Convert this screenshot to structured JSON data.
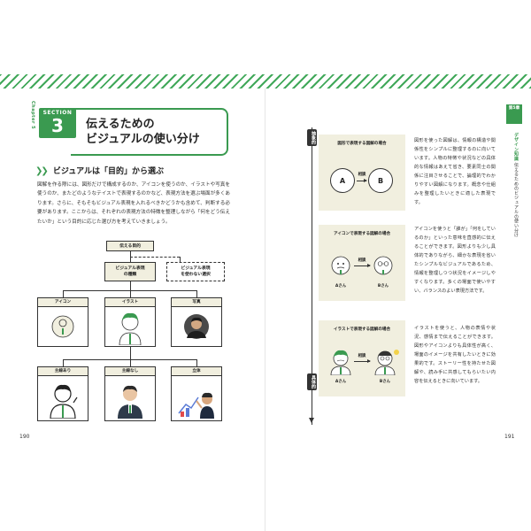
{
  "left": {
    "chapter_vertical": "Chapter 5",
    "section_label": "SECTION",
    "section_number": "3",
    "title_line1": "伝えるための",
    "title_line2": "ビジュアルの使い分け",
    "subhead": "ビジュアルは「目的」から選ぶ",
    "body": "図解を作る際には、図形だけで構成するのか、アイコンを使うのか、イラストや写真を使うのか、またどのようなテイストで表現するのかなど、表現方法を選ぶ場面が多くあります。さらに、そもそもビジュアル表現を入れるべきかどうかも含めて、判断する必要があります。ここからは、それぞれの表現方法の特徴を整理しながら「何をどう伝えたいか」という目的に応じた選び方を考えていきましょう。",
    "page_number": "190",
    "diagram": {
      "root": "伝える目的",
      "kind_line1": "ビジュアル表現",
      "kind_line2": "の種類",
      "no_visual_line1": "ビジュアル表現",
      "no_visual_line2": "を使わない選択",
      "row1": [
        "アイコン",
        "イラスト",
        "写真"
      ],
      "row2": [
        "主線あり",
        "主線なし",
        "立体"
      ]
    }
  },
  "right": {
    "axis_top": "抽象的",
    "axis_bottom": "具体的",
    "page_number": "191",
    "side_tab_line1": "第5章",
    "side_vertical_lead": "デザイン知識",
    "side_vertical_rest": "伝えるためのビジュアルの使い分け",
    "cards": [
      {
        "title": "図形で表現する図解の場合",
        "left": "A",
        "right": "B",
        "arrow_label": "相談",
        "text": "図形を使った図解は、情報の構造や関係性をシンプルに整理するのに向いています。人物の特徴や状況などの具体的な情報はあえて省き、要素同士の関係に注目させることで、論理的でわかりやすい図解になります。概念や仕組みを整理したいときに適した表現です。"
      },
      {
        "title": "アイコンで表現する図解の場合",
        "left": "Aさん",
        "right": "Bさん",
        "arrow_label": "相談",
        "text": "アイコンを使うと「誰が」「何をしているのか」といった意味を直感的に伝えることができます。図形よりも少し具体的でありながら、細かな表現を省いたシンプルなビジュアルであるため、情報を整理しつつ状況をイメージしやすくなります。多くの場面で使いやすい、バランスのよい表現方法です。"
      },
      {
        "title": "イラストで表現する図解の場合",
        "left": "Aさん",
        "right": "Bさん",
        "arrow_label": "相談",
        "text": "イラストを使うと、人物の表情や状況、感情まで伝えることができます。図形やアイコンよりも具体性が高く、場面のイメージを共有したいときに効果的です。ストーリー性を持たせた図解や、読み手に共感してもらいたい内容を伝えるときに向いています。"
      }
    ]
  },
  "colors": {
    "accent": "#3a9a50",
    "panel_bg": "#f1efdf"
  }
}
